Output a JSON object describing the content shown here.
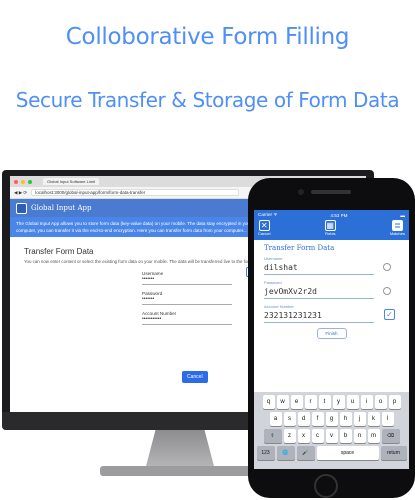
{
  "hero": {
    "line1": "Colloborative Form Filling",
    "line2": "Secure Transfer & Storage of Form Data"
  },
  "desktop": {
    "tab_title": "Global Input Software Limit",
    "url": "localhost:3000/global-input-app/form/form-data-transfer",
    "app_name": "Global Input App",
    "banner_text": "The Global Input App allows you to store form data (key-value data) on your mobile. The data stay encrypted in your device, and you can transfer any of them on your computer, you can transfer it via the end-to-end encryption. Here you can transfer form data from your computer...",
    "form_title": "Transfer Form Data",
    "form_desc": "You can now enter content or select the existing form data on your mobile. The data will be transferred live to the form below. Or you can enter the data on your mobile.",
    "fields": [
      {
        "label": "Username",
        "value": "•••••••"
      },
      {
        "label": "Password",
        "value": "•••••••"
      },
      {
        "label": "Account Number",
        "value": "•••••••••••"
      }
    ],
    "cancel_label": "Cancel"
  },
  "phone": {
    "status_left": "Carrier ᯤ",
    "status_time": "4:53 PM",
    "status_right": "▬",
    "toolbar": {
      "cancel": "Cancel",
      "fields": "Fields",
      "matches": "Matches"
    },
    "title": "Transfer Form Data",
    "fields": [
      {
        "label": "Username",
        "value": "dilshat"
      },
      {
        "label": "Password",
        "value": "jevOmXv2r2d"
      },
      {
        "label": "Account Number",
        "value": "232131231231"
      }
    ],
    "finish_label": "Finish",
    "keyboard": {
      "row1": [
        "q",
        "w",
        "e",
        "r",
        "t",
        "y",
        "u",
        "i",
        "o",
        "p"
      ],
      "row2": [
        "a",
        "s",
        "d",
        "f",
        "g",
        "h",
        "j",
        "k",
        "l"
      ],
      "row3": [
        "⇧",
        "z",
        "x",
        "c",
        "v",
        "b",
        "n",
        "m",
        "⌫"
      ],
      "row4": [
        "123",
        "🌐",
        "🎤",
        "space",
        "return"
      ]
    }
  }
}
